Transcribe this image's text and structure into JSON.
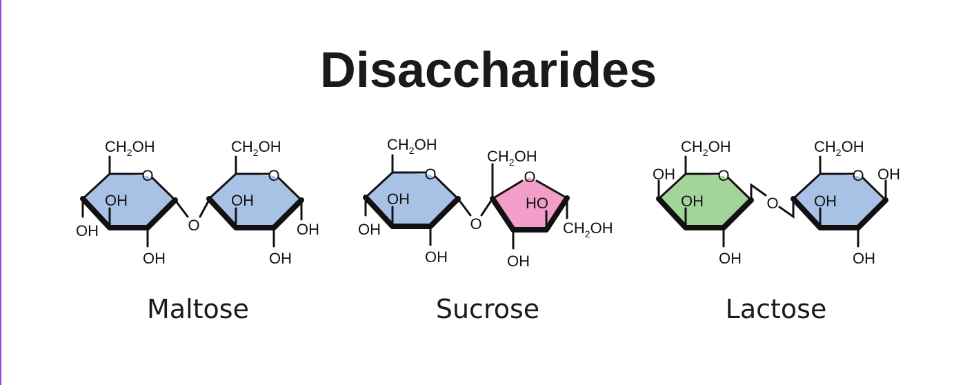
{
  "title": "Disaccharides",
  "colors": {
    "glucose": "#a8c2e6",
    "fructose": "#f29ec8",
    "galactose": "#a3d49a"
  },
  "groups": {
    "ch2oh_main": "CH",
    "ch2oh_sub": "2",
    "ch2oh_tail": "OH",
    "oh": "OH",
    "ho": "HO",
    "o": "O"
  },
  "molecules": [
    {
      "name": "Maltose"
    },
    {
      "name": "Sucrose"
    },
    {
      "name": "Lactose"
    }
  ]
}
